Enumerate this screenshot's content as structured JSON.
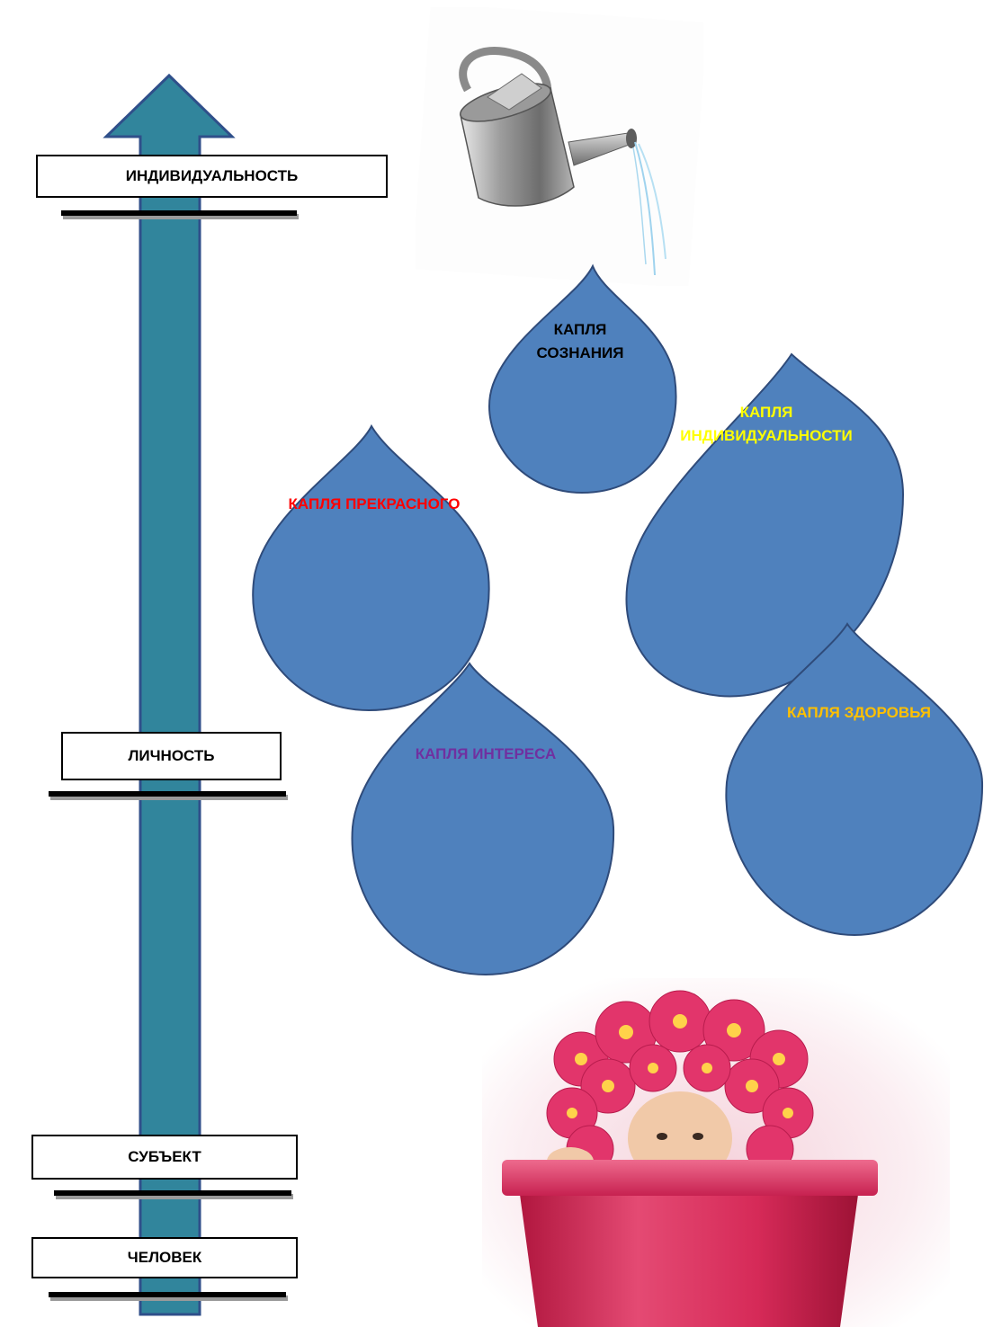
{
  "stages": [
    {
      "label": "ИНДИВИДУАЛЬНОСТЬ"
    },
    {
      "label": "ЛИЧНОСТЬ"
    },
    {
      "label": "СУБЪЕКТ"
    },
    {
      "label": "ЧЕЛОВЕК"
    }
  ],
  "drops": [
    {
      "label": "КАПЛЯ СОЗНАНИЯ",
      "color": "#000000"
    },
    {
      "label": "КАПЛЯ ИНДИВИДУАЛЬНОСТИ",
      "color": "#ffff00"
    },
    {
      "label": "КАПЛЯ ПРЕКРАСНОГО",
      "color": "#ff0000"
    },
    {
      "label": "КАПЛЯ ИНТЕРЕСА",
      "color": "#7030a0"
    },
    {
      "label": "КАПЛЯ ЗДОРОВЬЯ",
      "color": "#ffc000"
    }
  ],
  "colors": {
    "arrow_fill": "#31859c",
    "arrow_stroke": "#2f4f8a",
    "drop_fill": "#4f81bd",
    "drop_stroke": "#2f4b7a"
  },
  "images": {
    "watering_can": "watering-can-icon",
    "child_in_flowerpot": "child-in-flowerpot-image"
  }
}
